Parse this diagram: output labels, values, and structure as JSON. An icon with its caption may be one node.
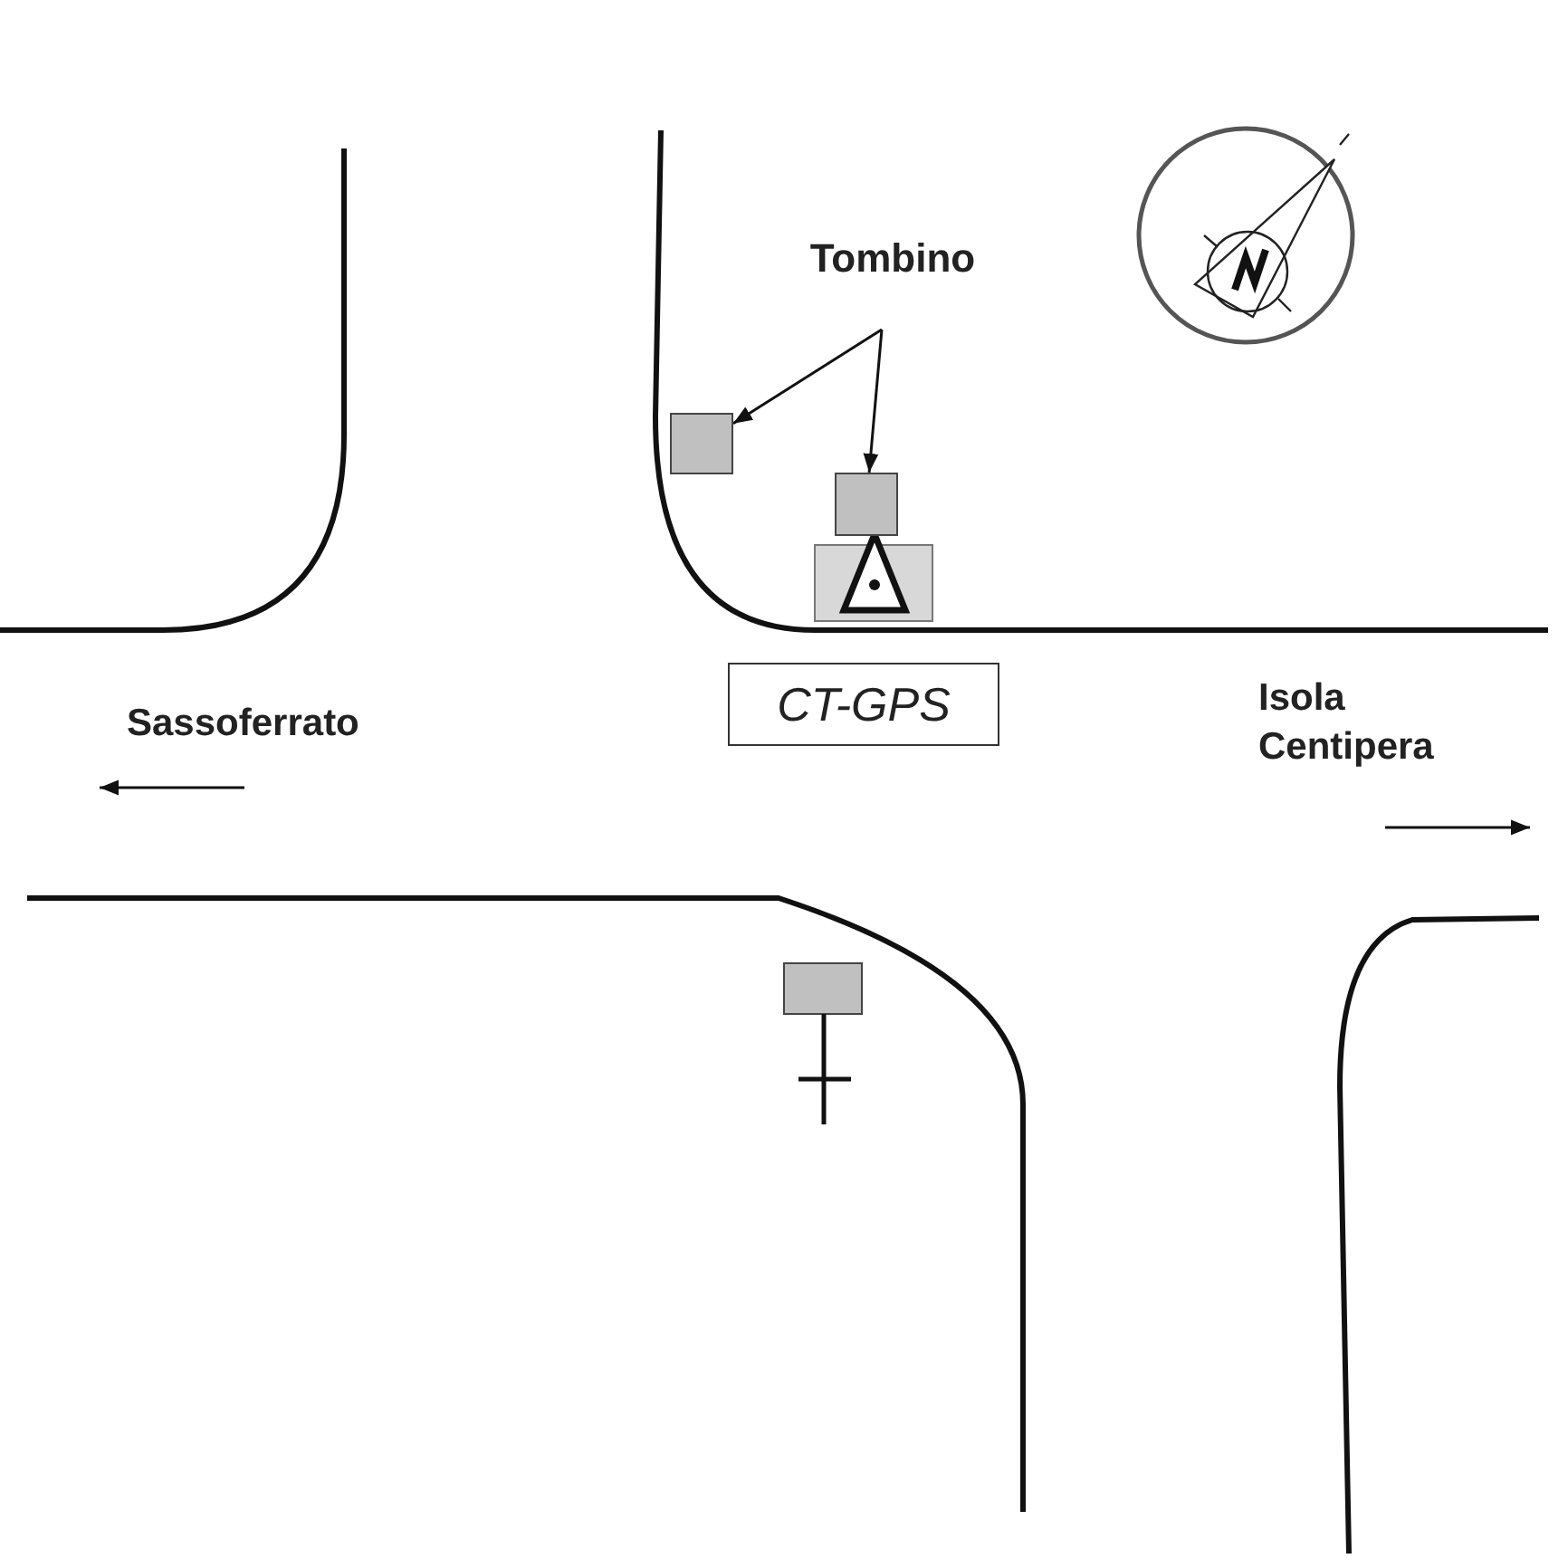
{
  "diagram": {
    "nodes": [
      {
        "text": [
          "Tombino"
        ]
      },
      {
        "text": [],
        "shape": "box"
      },
      {
        "text": [],
        "shape": "box"
      },
      {
        "text": [
          "CT-GPS"
        ]
      }
    ],
    "edges": [
      {
        "from": 0,
        "to": 1,
        "arrow": "to"
      },
      {
        "from": 0,
        "to": 2,
        "arrow": "to"
      }
    ],
    "labels": [
      "Sassoferrato",
      "Isola Centipera"
    ]
  }
}
